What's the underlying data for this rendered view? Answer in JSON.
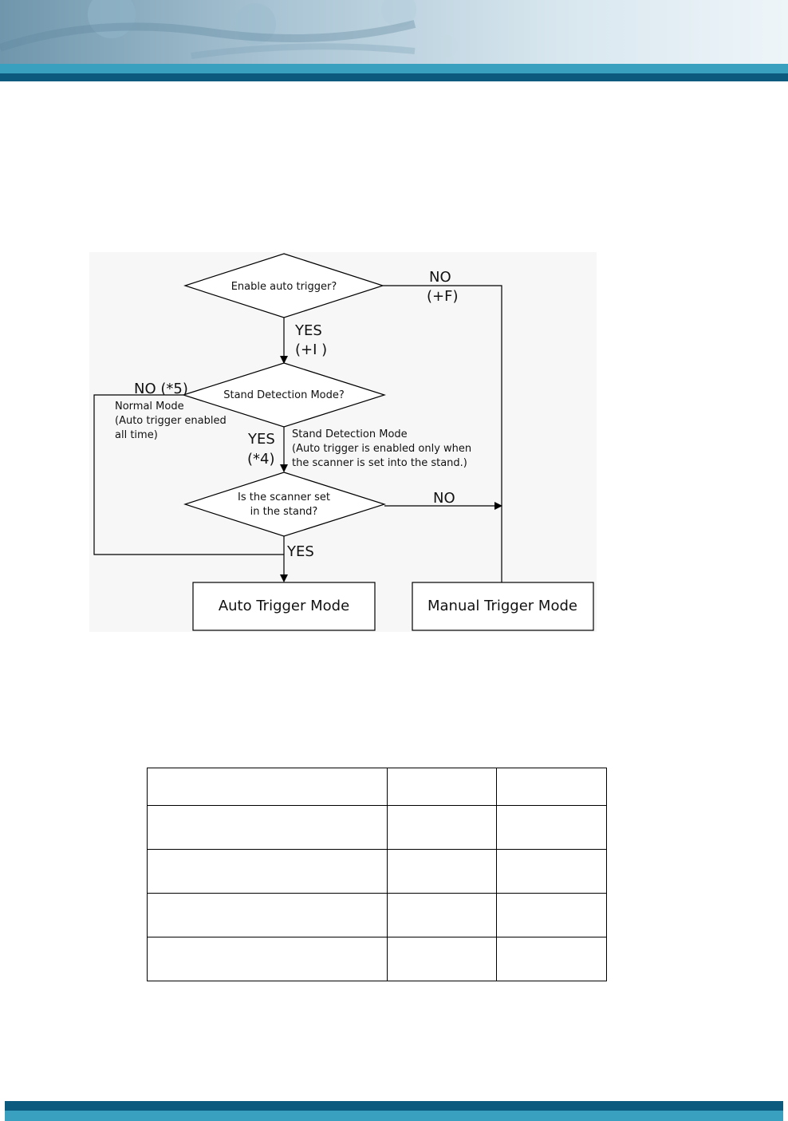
{
  "flowchart": {
    "decision1": "Enable auto trigger?",
    "decision2": "Stand Detection Mode?",
    "decision3_line1": "Is the scanner set",
    "decision3_line2": "in the stand?",
    "no1_label": "NO",
    "no1_code": "(+F)",
    "yes1_label": "YES",
    "yes1_code": "(+I )",
    "no2_label": "NO  (*5)",
    "normal_mode_line1": "Normal Mode",
    "normal_mode_line2": "(Auto trigger enabled",
    "normal_mode_line3": "all time)",
    "yes2_label": "YES",
    "yes2_code": "(*4)",
    "stand_mode_line1": "Stand Detection Mode",
    "stand_mode_line2": "(Auto trigger is enabled only when",
    "stand_mode_line3": "the scanner is set into the stand.)",
    "no3_label": "NO",
    "yes3_label": "YES",
    "auto_box": "Auto Trigger Mode",
    "manual_box": "Manual Trigger Mode"
  },
  "table": {
    "rows": [
      [
        "",
        "",
        ""
      ],
      [
        "",
        "",
        ""
      ],
      [
        "",
        "",
        ""
      ],
      [
        "",
        "",
        ""
      ],
      [
        "",
        "",
        ""
      ]
    ]
  },
  "colors": {
    "band_dark": "#0c5a7e",
    "band_light": "#3aa0c0"
  }
}
